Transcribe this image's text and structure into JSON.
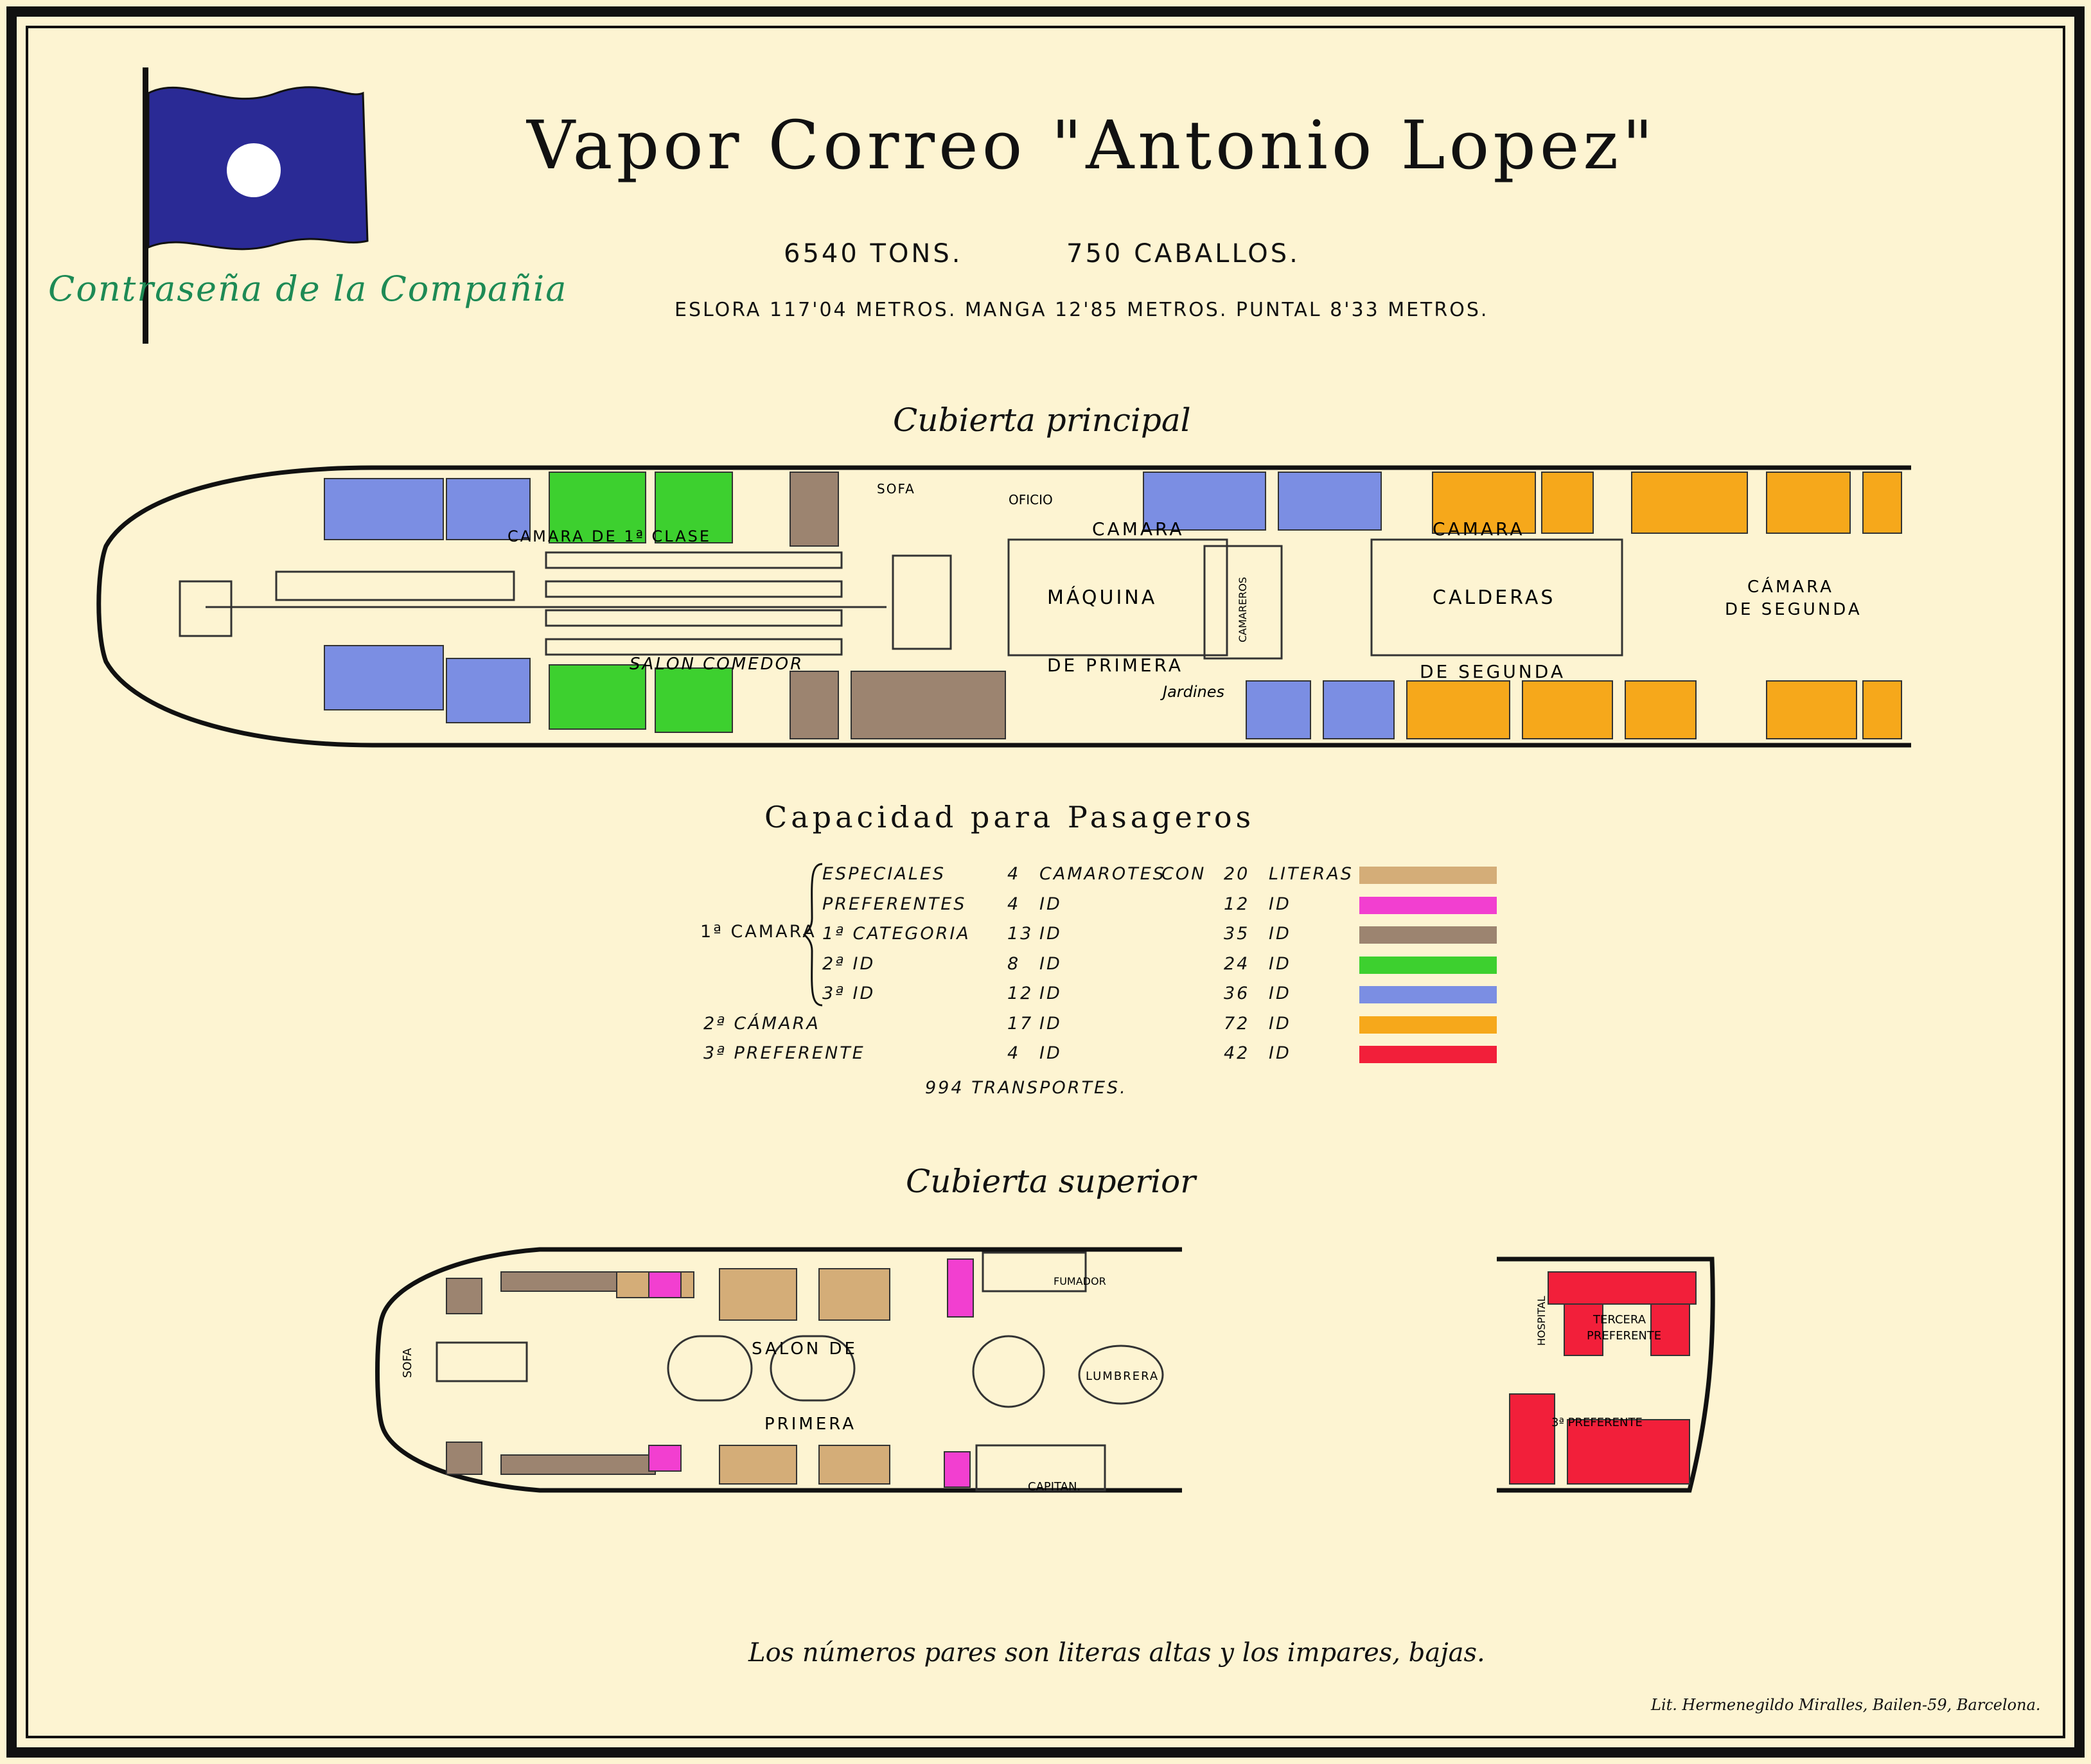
{
  "title": "Vapor Correo \"Antonio Lopez\"",
  "flag_label": "Contraseña de la Compañia",
  "tons": "6540 TONS.",
  "horsepower": "750 CABALLOS.",
  "dimensions": "ESLORA 117'04 METROS.   MANGA 12'85 METROS.   PUNTAL 8'33 METROS.",
  "main_deck": {
    "title": "Cubierta principal",
    "labels": {
      "camara_1a": "CAMARA DE 1ª CLASE",
      "salon": "SALON COMEDOR",
      "maquina": "MÁQUINA",
      "calderas": "CALDERAS",
      "camara_top": "CAMARA",
      "de_primera": "DE PRIMERA",
      "camara_top2": "CAMARA",
      "de_segunda": "DE SEGUNDA",
      "camara_segunda_1": "CÁMARA",
      "camara_segunda_2": "DE SEGUNDA",
      "sofa": "SOFA",
      "oficio": "OFICIO",
      "jardines": "Jardines",
      "camareros": "CAMAREROS"
    }
  },
  "capacity": {
    "title": "Capacidad para Pasageros",
    "group_1a": "1ª CAMARA",
    "rows": [
      {
        "name": "ESPECIALES",
        "cabins": "4",
        "cabins_word": "CAMAROTES",
        "con": "CON",
        "berths": "20",
        "berths_word": "LITERAS",
        "color": "#d4ad78"
      },
      {
        "name": "PREFERENTES",
        "cabins": "4",
        "cabins_word": "ID",
        "con": "",
        "berths": "12",
        "berths_word": "ID",
        "color": "#f23fd0"
      },
      {
        "name": "1ª CATEGORIA",
        "cabins": "13",
        "cabins_word": "ID",
        "con": "",
        "berths": "35",
        "berths_word": "ID",
        "color": "#9c8470"
      },
      {
        "name": "2ª        ID",
        "cabins": "8",
        "cabins_word": "ID",
        "con": "",
        "berths": "24",
        "berths_word": "ID",
        "color": "#3dd02f"
      },
      {
        "name": "3ª        ID",
        "cabins": "12",
        "cabins_word": "ID",
        "con": "",
        "berths": "36",
        "berths_word": "ID",
        "color": "#7b8ee3"
      },
      {
        "name": "2ª CÁMARA",
        "cabins": "17",
        "cabins_word": "ID",
        "con": "",
        "berths": "72",
        "berths_word": "ID",
        "color": "#f6a81b"
      },
      {
        "name": "3ª PREFERENTE",
        "cabins": "4",
        "cabins_word": "ID",
        "con": "",
        "berths": "42",
        "berths_word": "ID",
        "color": "#f21f3a"
      }
    ],
    "transportes": "994 TRANSPORTES."
  },
  "upper_deck": {
    "title": "Cubierta superior",
    "labels": {
      "salon": "SALON DE",
      "primera": "PRIMERA",
      "lumbrera": "LUMBRERA",
      "fumador": "FUMADOR",
      "capitan": "CAPITAN.",
      "sofa": "SOFA",
      "tercera": "TERCERA",
      "preferente": "PREFERENTE",
      "preferente2": "3ª PREFERENTE",
      "hospital": "HOSPITAL"
    }
  },
  "footnote": "Los números pares son literas altas y los impares, bajas.",
  "printer": "Lit. Hermenegildo Miralles, Bailen-59, Barcelona."
}
